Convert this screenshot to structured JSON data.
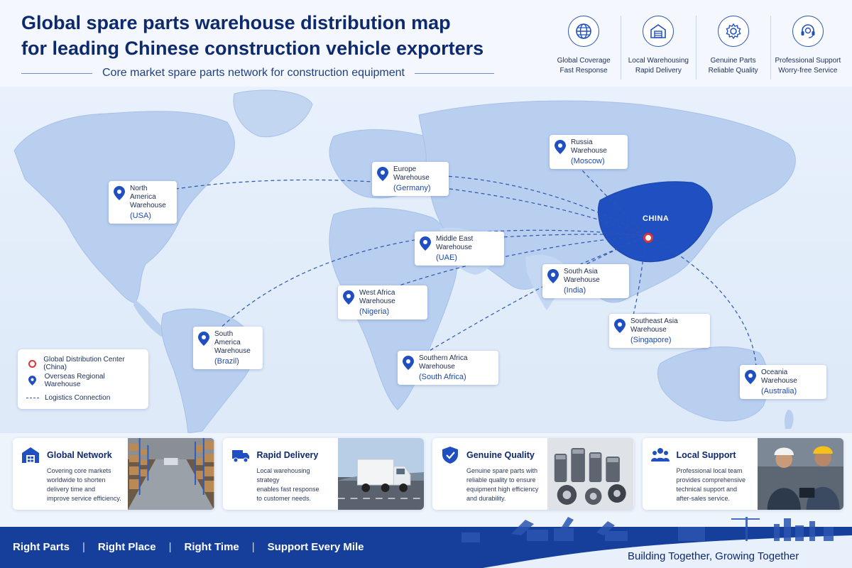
{
  "header": {
    "title_line1": "Global spare parts warehouse distribution map",
    "title_line2": "for leading Chinese construction vehicle exporters",
    "subtitle": "Core market spare parts network for construction equipment"
  },
  "features": [
    {
      "title": "Global Coverage",
      "sub": "Fast Response",
      "icon": "globe-icon"
    },
    {
      "title": "Local Warehousing",
      "sub": "Rapid Delivery",
      "icon": "warehouse-icon"
    },
    {
      "title": "Genuine Parts",
      "sub": "Reliable Quality",
      "icon": "gear-icon"
    },
    {
      "title": "Professional Support",
      "sub": "Worry-free Service",
      "icon": "headset-icon"
    }
  ],
  "map": {
    "china_label": "CHINA",
    "warehouses": [
      {
        "name": "North America",
        "name2": "Warehouse",
        "city": "(USA)"
      },
      {
        "name": "Europe Warehouse",
        "city": "(Germany)"
      },
      {
        "name": "Russia Warehouse",
        "city": "(Moscow)"
      },
      {
        "name": "Middle East Warehouse",
        "city": "(UAE)"
      },
      {
        "name": "South Asia Warehouse",
        "city": "(India)"
      },
      {
        "name": "West Africa Warehouse",
        "city": "(Nigeria)"
      },
      {
        "name": "Southeast Asia Warehouse",
        "city": "(Singapore)"
      },
      {
        "name": "South America",
        "name2": "Warehouse",
        "city": "(Brazil)"
      },
      {
        "name": "Southern Africa Warehouse",
        "city": "(South Africa)"
      },
      {
        "name": "Oceania Warehouse",
        "city": "(Australia)"
      }
    ],
    "legend": {
      "center": "Global Distribution Center (China)",
      "regional": "Overseas Regional Warehouse",
      "logistics": "Logistics Connection"
    },
    "colors": {
      "land": "#b9cff0",
      "china": "#1f4fc1",
      "route": "#2a55b0",
      "center": "#d33333"
    }
  },
  "benefits": [
    {
      "title": "Global Network",
      "icon": "warehouse-icon",
      "desc": [
        "Covering core markets",
        "worldwide to shorten",
        "delivery time and",
        "improve service efficiency."
      ]
    },
    {
      "title": "Rapid Delivery",
      "icon": "truck-icon",
      "desc": [
        "Local warehousing strategy",
        "enables fast response",
        "to customer needs."
      ]
    },
    {
      "title": "Genuine Quality",
      "icon": "shield-check-icon",
      "desc": [
        "Genuine spare parts with",
        "reliable quality to ensure",
        "equipment high efficiency",
        "and durability."
      ]
    },
    {
      "title": "Local Support",
      "icon": "team-icon",
      "desc": [
        "Professional local team",
        "provides comprehensive",
        "technical support and",
        "after-sales service."
      ]
    }
  ],
  "footer": {
    "slogans": [
      "Right Parts",
      "Right Place",
      "Right Time",
      "Support Every Mile"
    ],
    "separator": "|",
    "tagline": "Building Together,  Growing Together"
  }
}
